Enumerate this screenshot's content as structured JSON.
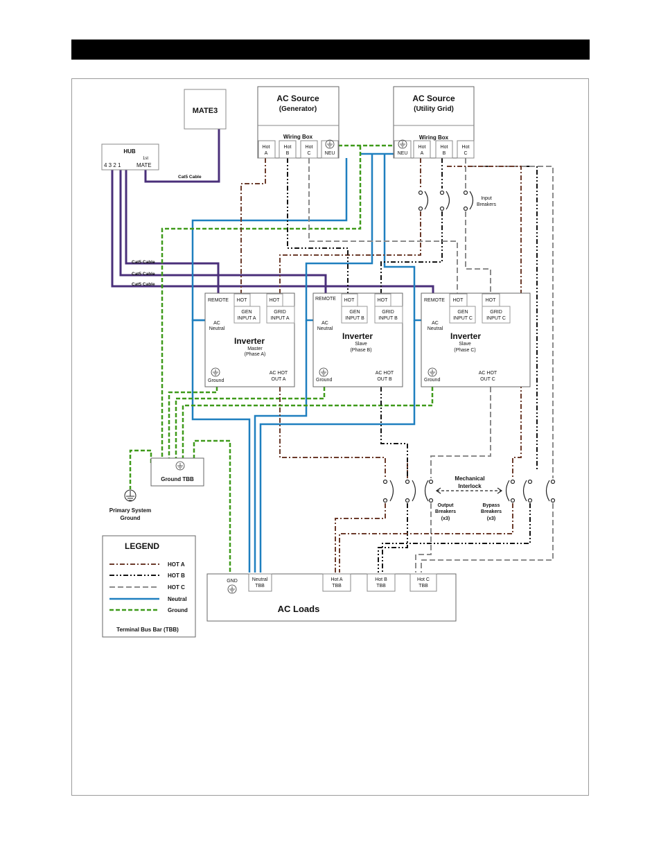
{
  "title": "",
  "mate3": "MATE3",
  "hub": {
    "title": "HUB",
    "ports": "4  3  2  1",
    "mate_sup": "1st",
    "mate": "MATE"
  },
  "cat5": "Cat5 Cable",
  "gen_source": {
    "line1": "AC Source",
    "line2": "(Generator)",
    "wiring_box": "Wiring Box"
  },
  "grid_source": {
    "line1": "AC Source",
    "line2": "(Utility Grid)",
    "wiring_box": "Wiring Box"
  },
  "terms": {
    "hot": "Hot",
    "a": "A",
    "b": "B",
    "c": "C",
    "neu": "NEU"
  },
  "input_breakers": {
    "line1": "Input",
    "line2": "Breakers"
  },
  "inverters": [
    {
      "remote": "REMOTE",
      "hot": "HOT",
      "gen_input": [
        "GEN",
        "INPUT A"
      ],
      "grid_input": [
        "GRID",
        "INPUT A"
      ],
      "ac_neutral": [
        "AC",
        "Neutral"
      ],
      "name": "Inverter",
      "role": "Master",
      "phase": "(Phase A)",
      "ground": "Ground",
      "out": [
        "AC HOT",
        "OUT A"
      ]
    },
    {
      "remote": "REMOTE",
      "hot": "HOT",
      "gen_input": [
        "GEN",
        "INPUT B"
      ],
      "grid_input": [
        "GRID",
        "INPUT B"
      ],
      "ac_neutral": [
        "AC",
        "Neutral"
      ],
      "name": "Inverter",
      "role": "Slave",
      "phase": "(Phase B)",
      "ground": "Ground",
      "out": [
        "AC HOT",
        "OUT B"
      ]
    },
    {
      "remote": "REMOTE",
      "hot": "HOT",
      "gen_input": [
        "GEN",
        "INPUT C"
      ],
      "grid_input": [
        "GRID",
        "INPUT C"
      ],
      "ac_neutral": [
        "AC",
        "Neutral"
      ],
      "name": "Inverter",
      "role": "Slave",
      "phase": "(Phase C)",
      "ground": "Ground",
      "out": [
        "AC HOT",
        "OUT C"
      ]
    }
  ],
  "ground_tbb": "Ground TBB",
  "primary_ground": [
    "Primary System",
    "Ground"
  ],
  "mechanical_interlock": [
    "Mechanical",
    "Interlock"
  ],
  "output_breakers": [
    "Output",
    "Breakers",
    "(x3)"
  ],
  "bypass_breakers": [
    "Bypass",
    "Breakers",
    "(x3)"
  ],
  "ac_loads": {
    "title": "AC Loads",
    "gnd": "GND",
    "neutral_tbb": [
      "Neutral",
      "TBB"
    ],
    "hot_a_tbb": [
      "Hot A",
      "TBB"
    ],
    "hot_b_tbb": [
      "Hot B",
      "TBB"
    ],
    "hot_c_tbb": [
      "Hot C",
      "TBB"
    ]
  },
  "legend": {
    "title": "LEGEND",
    "items": [
      "HOT A",
      "HOT B",
      "HOT C",
      "Neutral",
      "Ground"
    ],
    "footer": "Terminal Bus Bar (TBB)"
  },
  "colors": {
    "hot_a": "#6b3a2a",
    "hot_b": "#111111",
    "hot_c": "#8a8a8a",
    "neutral": "#2a8fc8",
    "ground": "#3f9a1a",
    "cat5": "#5a3a8a"
  }
}
